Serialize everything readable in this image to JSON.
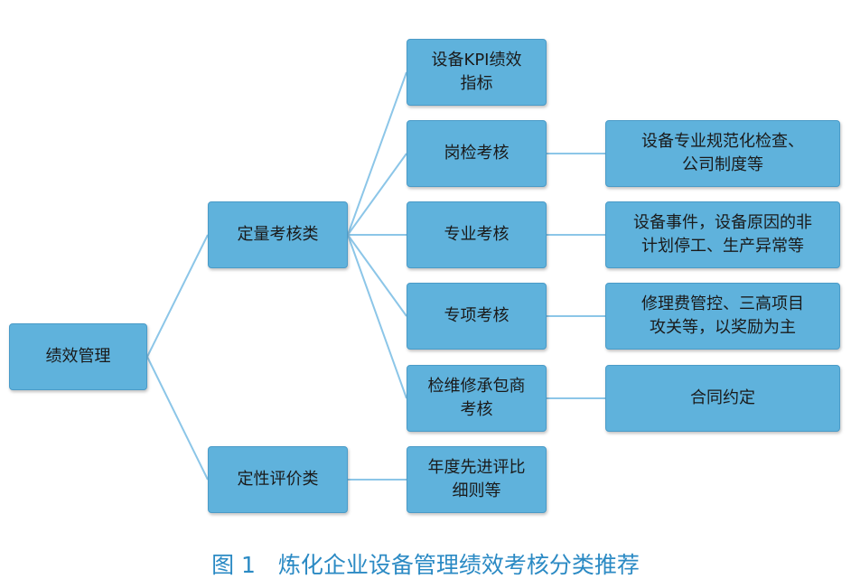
{
  "diagram": {
    "root": "绩效管理",
    "level1": [
      "定量考核类",
      "定性评价类"
    ],
    "quantitative_children": [
      "设备KPI绩效\n指标",
      "岗检考核",
      "专业考核",
      "专项考核",
      "检维修承包商\n考核"
    ],
    "qualitative_children": [
      "年度先进评比\n细则等"
    ],
    "details": [
      "设备专业规范化检查、\n公司制度等",
      "设备事件，设备原因的非\n计划停工、生产异常等",
      "修理费管控、三高项目\n攻关等，以奖励为主",
      "合同约定"
    ],
    "colors": {
      "box_fill": "#5fb2dc",
      "line": "#8cc6e8",
      "caption": "#2b8ac4"
    }
  },
  "caption": "图 1　炼化企业设备管理绩效考核分类推荐"
}
